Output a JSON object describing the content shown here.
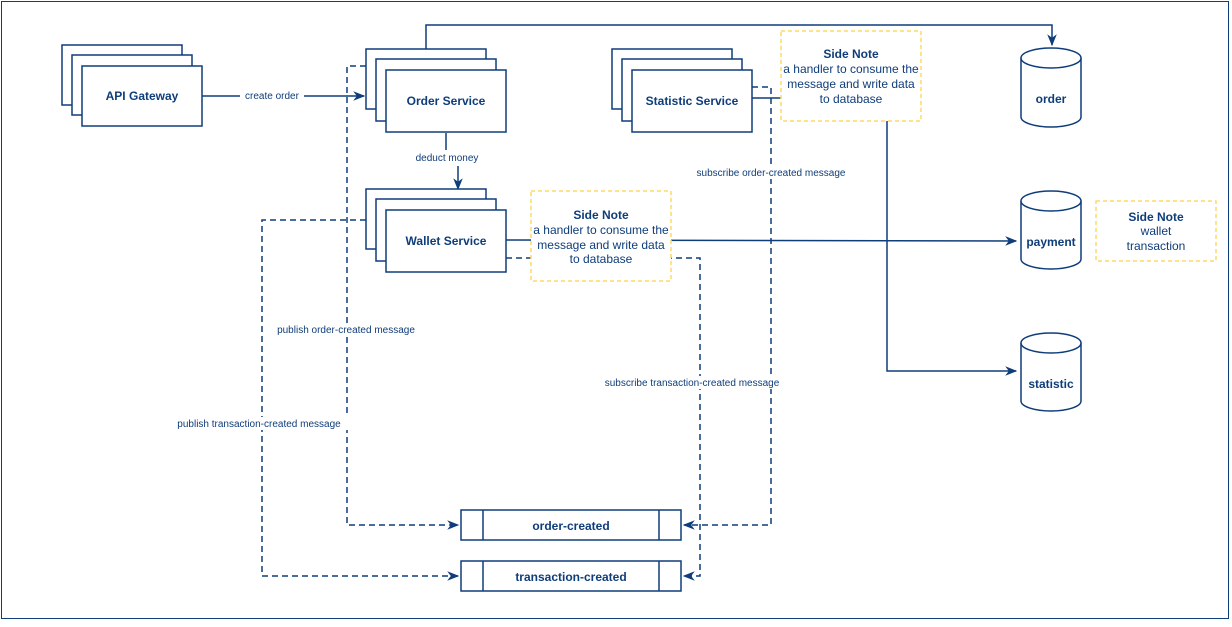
{
  "colors": {
    "stroke": "#0f3d7a",
    "note_border": "#ffd966",
    "background": "#ffffff"
  },
  "services": {
    "api_gateway": "API Gateway",
    "order_service": "Order Service",
    "statistic_service": "Statistic Service",
    "wallet_service": "Wallet Service"
  },
  "databases": {
    "order": "order",
    "payment": "payment",
    "statistic": "statistic"
  },
  "queues": {
    "order_created": "order-created",
    "transaction_created": "transaction-created"
  },
  "edges": {
    "create_order": "create order",
    "deduct_money": "deduct money",
    "subscribe_order_created": "subscribe order-created message",
    "publish_order_created": "publish order-created message",
    "subscribe_transaction_created": "subscribe transaction-created message",
    "publish_transaction_created": "publish transaction-created message"
  },
  "notes": {
    "statistic": {
      "title": "Side Note",
      "lines": [
        "a handler to consume the",
        "message and write data",
        "to database"
      ]
    },
    "wallet": {
      "title": "Side Note",
      "lines": [
        "a handler to consume the",
        "message and write data",
        "to database"
      ]
    },
    "payment": {
      "title": "Side Note",
      "lines": [
        "wallet",
        "transaction"
      ]
    }
  }
}
